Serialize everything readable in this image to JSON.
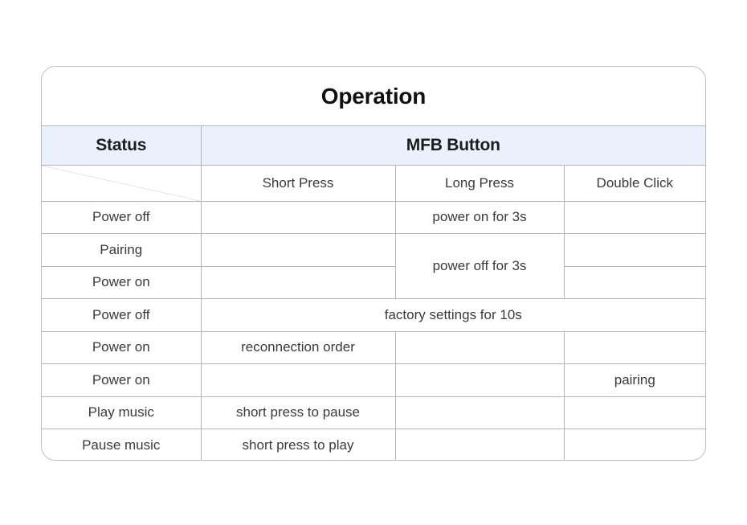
{
  "card": {
    "title": "Operation",
    "accent_header_bg": "#EAF1FD",
    "border_color": "#B5B5B5",
    "text_color": "#3A3A3A",
    "page_bg": "#FFFFFF"
  },
  "table": {
    "status_header": "Status",
    "group_header": "MFB Button",
    "columns": [
      "Short Press",
      "Long Press",
      "Double Click"
    ],
    "diagonal_divider": true,
    "rows": [
      {
        "status": "Power off",
        "cells": [
          {
            "text": "",
            "span": 1
          },
          {
            "text": "power on for 3s",
            "span": 1
          },
          {
            "text": "",
            "span": 1
          }
        ]
      },
      {
        "status": "Pairing",
        "cells": [
          {
            "text": "",
            "span": 1
          },
          {
            "text": "power off for 3s",
            "span": 1,
            "rowspan": 2
          },
          {
            "text": "",
            "span": 1
          }
        ]
      },
      {
        "status": "Power on",
        "cells": [
          {
            "text": "",
            "span": 1
          },
          {
            "text": "",
            "span": 1,
            "skip": true
          },
          {
            "text": "",
            "span": 1
          }
        ]
      },
      {
        "status": "Power off",
        "cells": [
          {
            "text": "factory settings for 10s",
            "span": 3
          }
        ]
      },
      {
        "status": "Power on",
        "cells": [
          {
            "text": "reconnection order",
            "span": 1
          },
          {
            "text": "",
            "span": 1
          },
          {
            "text": "",
            "span": 1
          }
        ]
      },
      {
        "status": "Power on",
        "cells": [
          {
            "text": "",
            "span": 1
          },
          {
            "text": "",
            "span": 1
          },
          {
            "text": "pairing",
            "span": 1
          }
        ]
      },
      {
        "status": "Play music",
        "cells": [
          {
            "text": "short press to pause",
            "span": 1
          },
          {
            "text": "",
            "span": 1
          },
          {
            "text": "",
            "span": 1
          }
        ]
      },
      {
        "status": "Pause music",
        "cells": [
          {
            "text": "short press to play",
            "span": 1
          },
          {
            "text": "",
            "span": 1
          },
          {
            "text": "",
            "span": 1
          }
        ]
      }
    ]
  }
}
